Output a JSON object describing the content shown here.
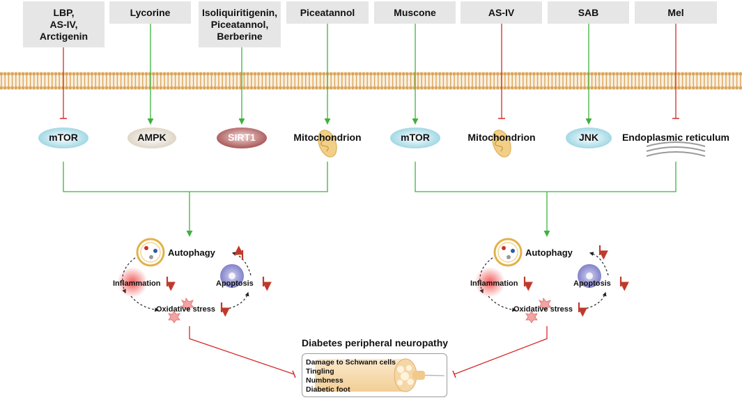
{
  "compounds": [
    {
      "id": "c1",
      "label": "LBP,\nAS-IV,\nArctigenin",
      "effect": "inhibit"
    },
    {
      "id": "c2",
      "label": "Lycorine",
      "effect": "activate"
    },
    {
      "id": "c3",
      "label": "Isoliquiritigenin,\nPiceatannol,\nBerberine",
      "effect": "activate"
    },
    {
      "id": "c4",
      "label": "Piceatannol",
      "effect": "activate"
    },
    {
      "id": "c5",
      "label": "Muscone",
      "effect": "activate"
    },
    {
      "id": "c6",
      "label": "AS-IV",
      "effect": "inhibit"
    },
    {
      "id": "c7",
      "label": "SAB",
      "effect": "activate"
    },
    {
      "id": "c8",
      "label": "Mel",
      "effect": "inhibit"
    }
  ],
  "targets": [
    {
      "id": "t1",
      "label": "mTOR",
      "shape": "ellipse-blue"
    },
    {
      "id": "t2",
      "label": "AMPK",
      "shape": "ellipse-beige"
    },
    {
      "id": "t3",
      "label": "SIRT1",
      "shape": "ellipse-red"
    },
    {
      "id": "t4",
      "label": "Mitochondrion",
      "shape": "mitochondrion"
    },
    {
      "id": "t5",
      "label": "mTOR",
      "shape": "ellipse-blue"
    },
    {
      "id": "t6",
      "label": "Mitochondrion",
      "shape": "mitochondrion"
    },
    {
      "id": "t7",
      "label": "JNK",
      "shape": "ellipse-blue"
    },
    {
      "id": "t8",
      "label": "Endoplasmic reticulum",
      "shape": "er"
    }
  ],
  "cycles": [
    {
      "id": "left",
      "autophagy": "Autophagy",
      "autophagy_trend": "up",
      "inflammation": "Inflammation",
      "apoptosis": "Apoptosis",
      "oxidative": "Oxidative stress"
    },
    {
      "id": "right",
      "autophagy": "Autophagy",
      "autophagy_trend": "down",
      "inflammation": "Inflammation",
      "apoptosis": "Apoptosis",
      "oxidative": "Oxidative stress"
    }
  ],
  "disease": {
    "title": "Diabetes peripheral neuropathy",
    "symptoms": [
      "Damage to Schwann cells",
      "Tingling",
      "Numbness",
      "Diabetic foot"
    ]
  },
  "colors": {
    "activate": "#3db23d",
    "inhibit": "#d42a2a",
    "trend_arrow": "#c0392b",
    "box_bg": "#e6e6e6",
    "membrane": "#d9a55c"
  }
}
